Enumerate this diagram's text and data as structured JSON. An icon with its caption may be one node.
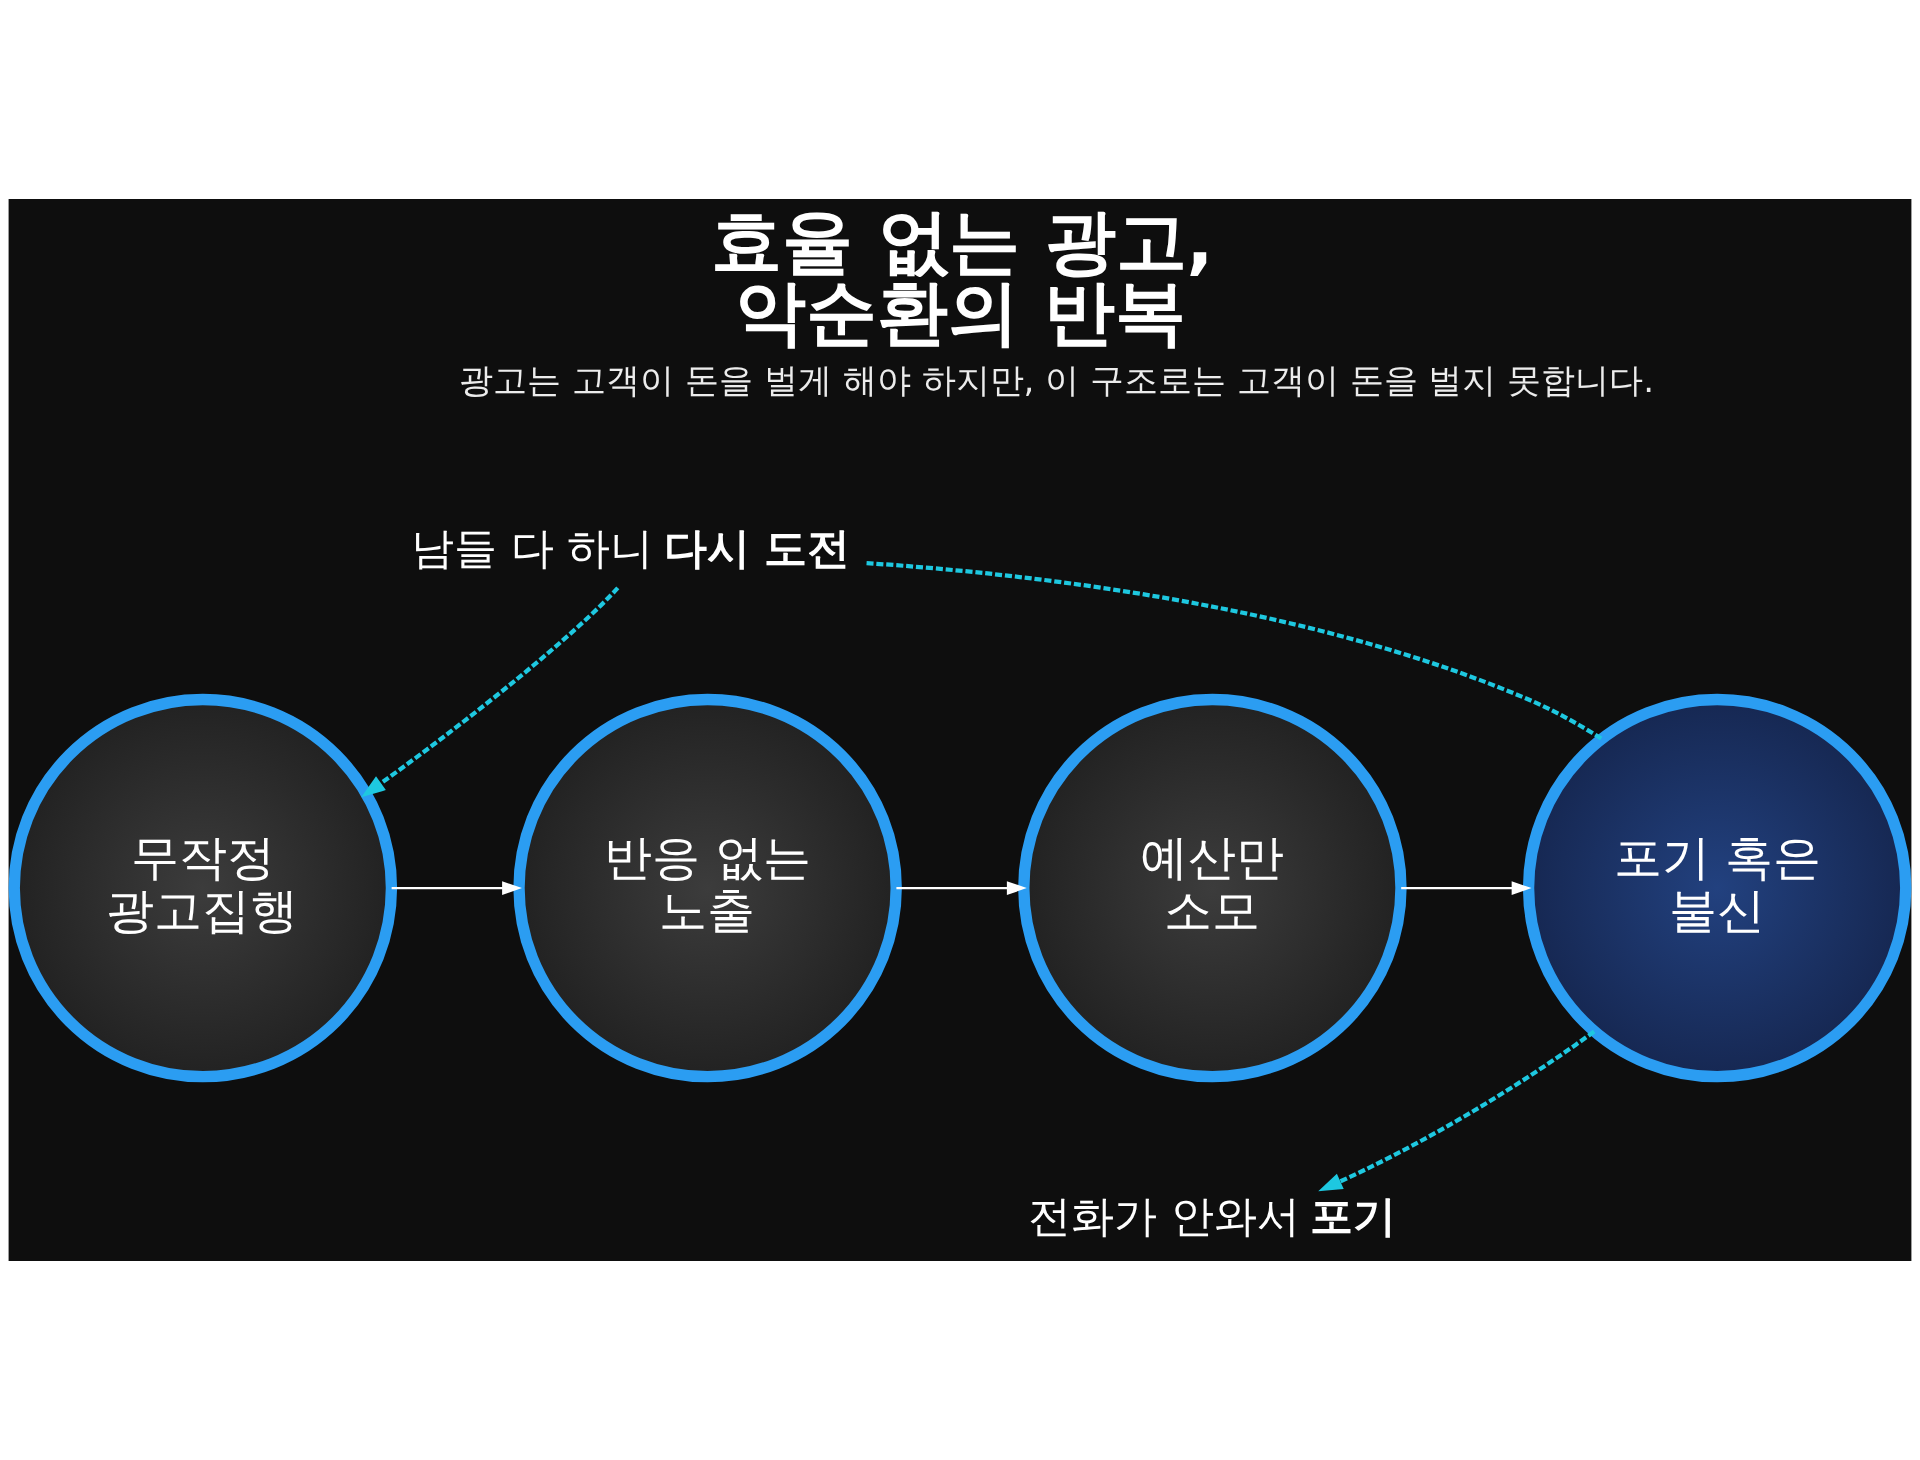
{
  "diagram": {
    "title": "효율 없는 광고, 악순환의 반복",
    "nodes": [
      {
        "text": [
          "남들 다 하니 **다시 도전**"
        ]
      },
      {
        "text": [
          "무작정 광고집행"
        ]
      },
      {
        "text": [
          "반응 없는 노출"
        ]
      },
      {
        "text": [
          "예산만 소모"
        ]
      },
      {
        "text": [
          "포기 혹은 불신"
        ]
      },
      {
        "text": [
          "전화가 안와서 **포기**"
        ]
      }
    ],
    "edges": [
      {
        "from": 1,
        "to": 2,
        "arrow": "to"
      },
      {
        "from": 2,
        "to": 3,
        "arrow": "to"
      },
      {
        "from": 3,
        "to": 4,
        "arrow": "to"
      },
      {
        "from": 4,
        "to": 0,
        "arrow": "none",
        "style": "dashed",
        "color": "#1ec8e0"
      },
      {
        "from": 0,
        "to": 1,
        "arrow": "to",
        "style": "dashed",
        "color": "#1ec8e0"
      },
      {
        "from": 4,
        "to": 5,
        "arrow": "to",
        "style": "dashed",
        "color": "#1ec8e0"
      }
    ],
    "labels": [
      "광고는 고객이 돈을 벌게 해야 하지만, 이 구조로는 고객이 돈을 벌지 못합니다."
    ]
  }
}
